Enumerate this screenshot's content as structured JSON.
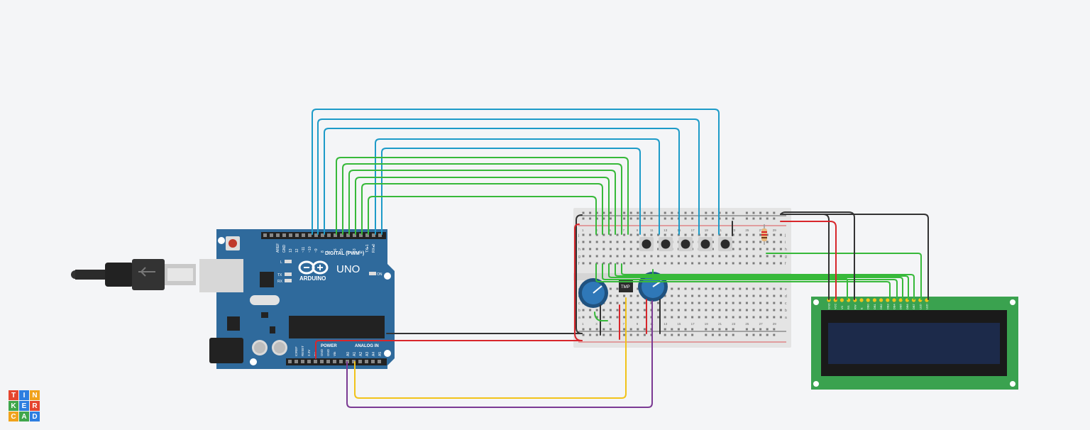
{
  "app": {
    "name": "Tinkercad"
  },
  "logo": {
    "letters": [
      "T",
      "I",
      "N",
      "K",
      "E",
      "R",
      "C",
      "A",
      "D"
    ]
  },
  "colors": {
    "background": "#f4f5f7",
    "arduino_board": "#2f6a9c",
    "breadboard": "#e4e4e4",
    "lcd_pcb": "#3aa24f",
    "lcd_screen": "#1c2a4a",
    "wire_blue": "#1d9bc8",
    "wire_green": "#37b93a",
    "wire_red": "#d8262b",
    "wire_black": "#333333",
    "wire_yellow": "#f1c31a",
    "wire_purple": "#7b3a93",
    "logo_tiles": [
      "#e5452f",
      "#2e7ee0",
      "#f0a21b",
      "#3fa64b",
      "#2e7ee0",
      "#e5452f",
      "#f0a21b",
      "#3fa64b",
      "#2e7ee0"
    ]
  },
  "arduino": {
    "brand": "ARDUINO",
    "model": "UNO",
    "digital_label": "DIGITAL (PWM~)",
    "analog_label": "ANALOG IN",
    "power_label": "POWER",
    "on_label": "ON",
    "l_label": "L",
    "tx_label": "TX",
    "rx_label": "RX",
    "digital_pins": [
      "AREF",
      "GND",
      "13",
      "12",
      "~11",
      "~10",
      "~9",
      "8",
      "7",
      "~6",
      "~5",
      "4",
      "~3",
      "2",
      "TX▸1",
      "RX◂0"
    ],
    "analog_pins": [
      "A0",
      "A1",
      "A2",
      "A3",
      "A4",
      "A5"
    ],
    "power_pins": [
      "IOREF",
      "RESET",
      "3.3V",
      "5V",
      "GND",
      "GND",
      "Vin"
    ]
  },
  "breadboard": {
    "row_letters_top": [
      "j",
      "i",
      "h",
      "g",
      "f"
    ],
    "row_letters_bottom": [
      "e",
      "d",
      "c",
      "b",
      "a"
    ],
    "col_numbers": [
      "1",
      "3",
      "5",
      "7",
      "9",
      "11",
      "13",
      "15",
      "17",
      "19",
      "21",
      "23",
      "25",
      "27",
      "29"
    ]
  },
  "temp_sensor": {
    "label": "TMP"
  },
  "lcd": {
    "pins": [
      "GND",
      "VCC",
      "V0",
      "RS",
      "RW",
      "E",
      "DB0",
      "DB1",
      "DB2",
      "DB3",
      "DB4",
      "DB5",
      "DB6",
      "DB7",
      "LED",
      "LED"
    ]
  }
}
